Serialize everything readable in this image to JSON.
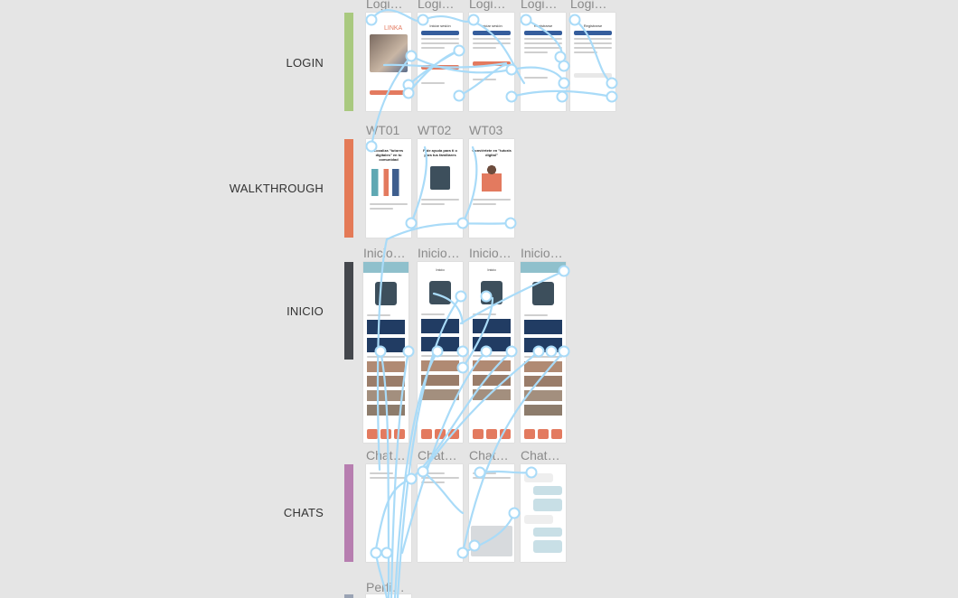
{
  "sections": [
    {
      "key": "login",
      "label": "LOGIN",
      "color": "#a9c97f"
    },
    {
      "key": "walkthrough",
      "label": "WALKTHROUGH",
      "color": "#e47a57"
    },
    {
      "key": "inicio",
      "label": "INICIO",
      "color": "#44474c"
    },
    {
      "key": "chats",
      "label": "CHATS",
      "color": "#b77eb0"
    }
  ],
  "frame_titles": {
    "login": [
      "Logi…",
      "Logi…",
      "Logi…",
      "Logi…",
      "Logi…"
    ],
    "walkthrough": [
      "WT01",
      "WT02",
      "WT03"
    ],
    "inicio": [
      "Inicio…",
      "Inicio…",
      "Inicio…",
      "Inicio…"
    ],
    "chats": [
      "Chat…",
      "Chat…",
      "Chat…",
      "Chat…"
    ],
    "perfil": [
      "Perfi…"
    ]
  },
  "login_screens": {
    "logo": "LINKA",
    "iniciar": "Iniciar sesión",
    "registrarse": "Registrarse"
  },
  "walkthrough_screens": {
    "wt01": "Localiza \"tutores digitales\" en tu comunidad",
    "wt02": "Pide ayuda para ti o para tus familiares",
    "wt03": "Conviértete en \"tutor/a digital\""
  },
  "inicio_screens": {
    "header": "Inicio"
  },
  "colors": {
    "flow": "#a9dbf8",
    "flow_node": "#a9dbf8"
  }
}
